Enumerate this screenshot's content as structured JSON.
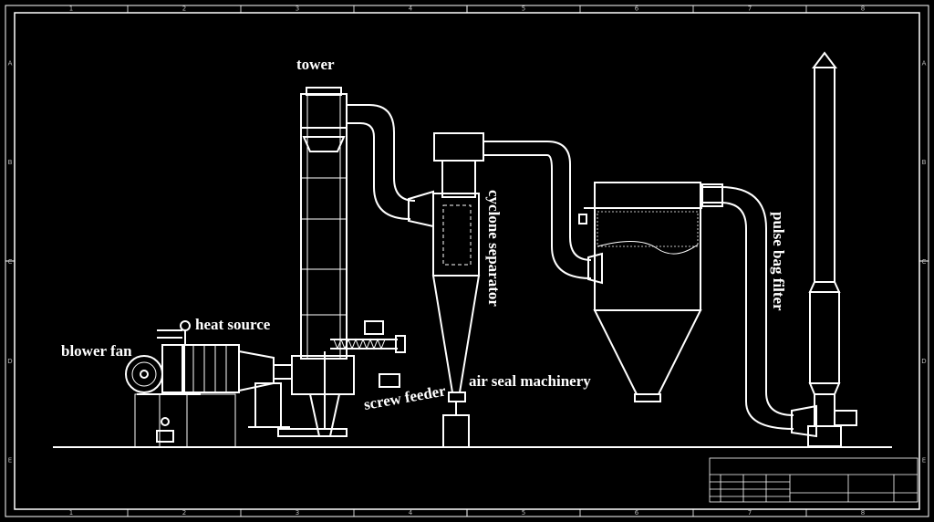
{
  "labels": {
    "tower": "tower",
    "heat_source": "heat source",
    "blower_fan": "blower fan",
    "screw_feeder": "screw feeder",
    "air_seal_machinery": "air seal machinery",
    "cyclone_separator": "cyclone separator",
    "pulse_bag_filter": "pulse bag filter"
  },
  "border": {
    "columns": [
      "1",
      "2",
      "3",
      "4",
      "5",
      "6",
      "7",
      "8"
    ],
    "rows": [
      "A",
      "B",
      "C",
      "D",
      "E"
    ]
  },
  "colors": {
    "background": "#000000",
    "line": "#ffffff"
  }
}
